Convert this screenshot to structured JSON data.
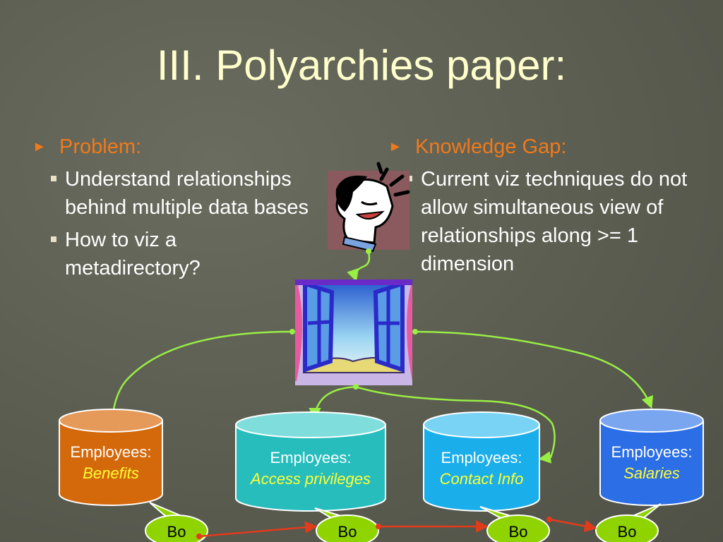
{
  "slide": {
    "title": "III. Polyarchies paper:",
    "left": {
      "heading": "Problem",
      "heading_suffix": ":",
      "bullets": [
        "Understand relationships behind multiple data bases",
        "How to viz a metadirectory?"
      ]
    },
    "right": {
      "heading": "Knowledge Gap",
      "heading_suffix": ":",
      "bullets": [
        "Current viz techniques do not allow simultaneous view of relationships along >= 1 dimension"
      ]
    },
    "databases": [
      {
        "title": "Employees:",
        "subtitle": "Benefits",
        "color": "#d4690c"
      },
      {
        "title": "Employees:",
        "subtitle": "Access privileges",
        "color": "#27bdbd"
      },
      {
        "title": "Employees:",
        "subtitle": "Contact Info",
        "color": "#1aaeea"
      },
      {
        "title": "Employees:",
        "subtitle": "Salaries",
        "color": "#2b6ee6"
      }
    ],
    "bubbles": [
      "Bo",
      "Bo",
      "Bo",
      "Bo"
    ],
    "colors": {
      "background": "#5d5f53",
      "title": "#ffffcc",
      "accent": "#f07a1a",
      "connector": "#99ee44",
      "bubble": "#8fd400",
      "link": "#e23b1a"
    },
    "icons": [
      "cartoon-man-icon",
      "open-window-icon",
      "bullet-arrow-icon",
      "square-bullet-icon"
    ]
  }
}
